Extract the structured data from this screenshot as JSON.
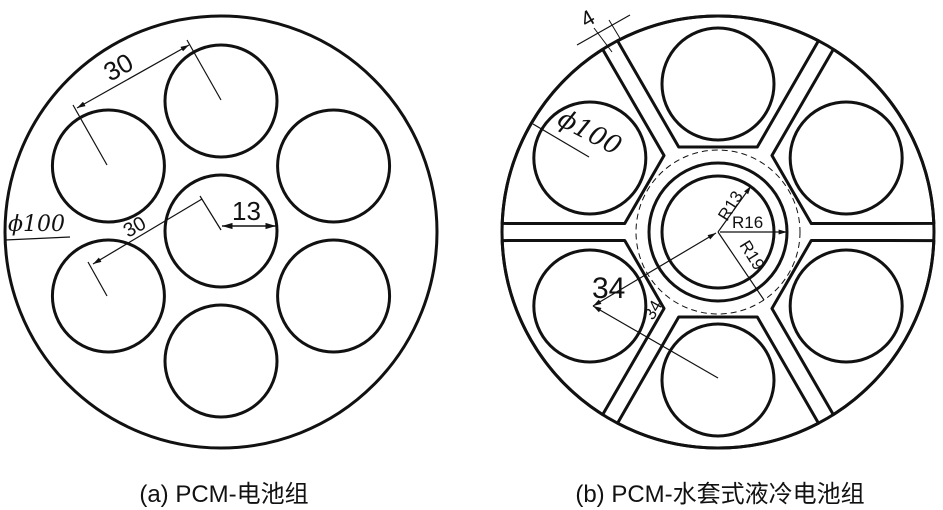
{
  "panel_a": {
    "caption": "(a) PCM-电池组",
    "dims": {
      "pitch_top": "30",
      "pitch_lower": "30",
      "cell_radius": "13",
      "outer_diameter": "ϕ100"
    }
  },
  "panel_b": {
    "caption": "(b) PCM-水套式液冷电池组",
    "dims": {
      "rib_width": "4",
      "outer_diameter": "ϕ100",
      "r_inner": "R13",
      "r_mid": "R16",
      "r_outer": "R19",
      "pitch_center": "34",
      "pitch_adjacent": "34"
    }
  }
}
